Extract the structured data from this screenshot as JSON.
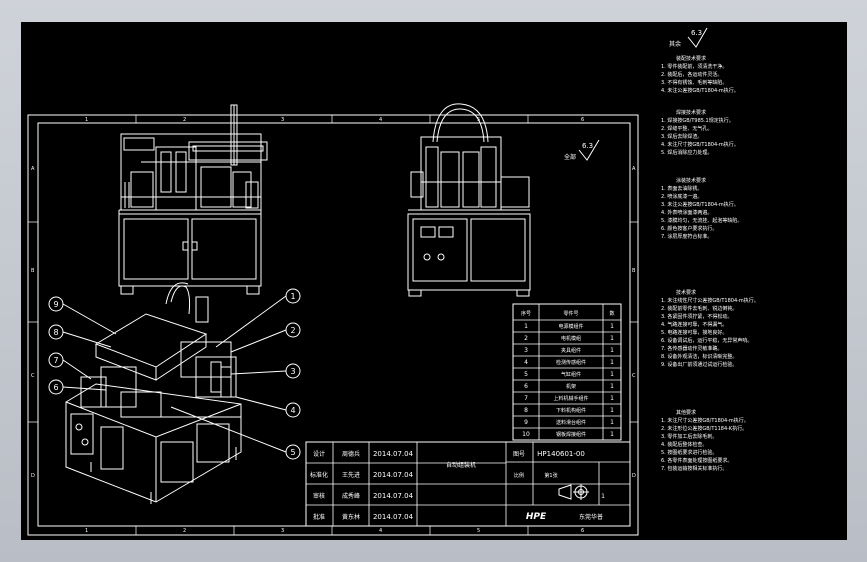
{
  "sheet": {
    "zone_numbers": [
      "1",
      "2",
      "3",
      "4",
      "5",
      "6"
    ],
    "zone_letters": [
      "A",
      "B",
      "C",
      "D"
    ]
  },
  "callouts": [
    "1",
    "2",
    "3",
    "4",
    "5",
    "6",
    "7",
    "8",
    "9"
  ],
  "surface_finish": {
    "value": "6.3",
    "label": "全部"
  },
  "bom": {
    "header": [
      "序号",
      "零件号",
      "数"
    ],
    "rows": [
      [
        "1",
        "电源模组件",
        "1"
      ],
      [
        "2",
        "电机模组",
        "1"
      ],
      [
        "3",
        "夹具组件",
        "1"
      ],
      [
        "4",
        "检测传感组件",
        "1"
      ],
      [
        "5",
        "气缸组件",
        "1"
      ],
      [
        "6",
        "机架",
        "1"
      ],
      [
        "7",
        "上料机械手组件",
        "1"
      ],
      [
        "8",
        "下料机构组件",
        "1"
      ],
      [
        "9",
        "送料滑台组件",
        "1"
      ],
      [
        "10",
        "钢板焊接组件",
        "1"
      ]
    ]
  },
  "title_block": {
    "roles": [
      "设计",
      "标准化",
      "审核",
      "批准"
    ],
    "names": [
      "周德兵",
      "王先进",
      "成秀峰",
      "黄东林"
    ],
    "dates": [
      "2014.07.04",
      "2014.07.04",
      "2014.07.04",
      "2014.07.04"
    ],
    "drawing_name": "自动组装机",
    "drawing_no_label": "图号",
    "drawing_no": "HP140601-00",
    "scale_label": "比例",
    "sheet_label": "第1张",
    "scale_value": "1",
    "company_logo": "HPE",
    "company_name": "东莞华普"
  },
  "notes": {
    "finish_value": "6.3",
    "finish_label": "其余",
    "blocks": [
      {
        "title": "装配技术要求",
        "lines": [
          "1. 零件装配前，须清洗干净。",
          "2. 装配后，各运动件灵活。",
          "3. 不得有锈蚀、毛刺等缺陷。",
          "4. 未注公差按GB/T1804-m执行。"
        ]
      },
      {
        "title": "焊接技术要求",
        "lines": [
          "1. 焊接按GB/T985.1规定执行。",
          "2. 焊缝平整、无气孔。",
          "3. 焊后去除焊渣。",
          "4. 未注尺寸按GB/T1804-m执行。",
          "5. 焊后消除应力处理。"
        ]
      },
      {
        "title": "涂装技术要求",
        "lines": [
          "1. 表面去油除锈。",
          "2. 喷涂底漆一遍。",
          "3. 未注公差按GB/T1804-m执行。",
          "4. 外表喷涂面漆两遍。",
          "5. 漆膜均匀，无流挂、起泡等缺陷。",
          "6. 颜色按客户要求执行。",
          "7. 涂层厚度符合标准。"
        ]
      },
      {
        "title": "技术要求",
        "lines": [
          "1. 未注线性尺寸公差按GB/T1804-m执行。",
          "2. 装配前零件去毛刺、锐边倒钝。",
          "3. 各紧固件须拧紧，不得松动。",
          "4. 气路连接可靠，不得漏气。",
          "5. 电路连接可靠，接地良好。",
          "6. 设备调试后，运行平稳，无异常声响。",
          "7. 各传感器动作灵敏准确。",
          "8. 设备外观清洁，标识清晰完整。",
          "9. 设备出厂前须通过试运行检验。"
        ]
      },
      {
        "title": "其他要求",
        "lines": [
          "1. 未注尺寸公差按GB/T1804-m执行。",
          "2. 未注形位公差按GB/T1184-K执行。",
          "3. 零件加工后去除毛刺。",
          "4. 装配后整体检查。",
          "5. 按图纸要求进行检验。",
          "6. 各零件表面处理按图纸要求。",
          "7. 包装运输按相关标准执行。"
        ]
      }
    ]
  }
}
